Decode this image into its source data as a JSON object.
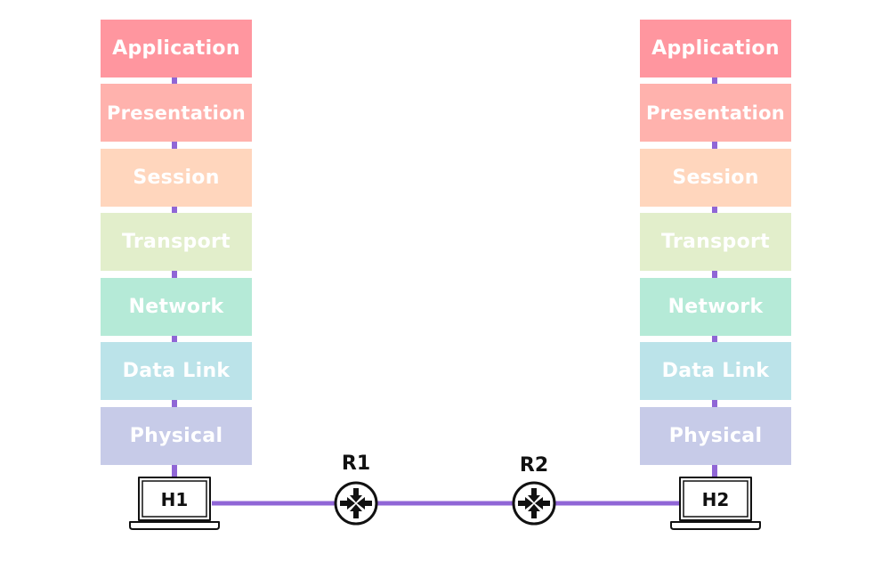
{
  "colors": {
    "link": "#9066d6",
    "application": "#ff969f",
    "presentation": "#ffb2ad",
    "session": "#ffd6bd",
    "transport": "#e2eecb",
    "network": "#b5ead7",
    "data_link": "#bbe3e9",
    "physical": "#c7cbe8"
  },
  "left_stack": {
    "layers": [
      "Application",
      "Presentation",
      "Session",
      "Transport",
      "Network",
      "Data Link",
      "Physical"
    ]
  },
  "right_stack": {
    "layers": [
      "Application",
      "Presentation",
      "Session",
      "Transport",
      "Network",
      "Data Link",
      "Physical"
    ]
  },
  "hosts": {
    "h1": {
      "label": "H1",
      "icon": "laptop-icon"
    },
    "h2": {
      "label": "H2",
      "icon": "laptop-icon"
    }
  },
  "routers": {
    "r1": {
      "label": "R1",
      "icon": "router-icon"
    },
    "r2": {
      "label": "R2",
      "icon": "router-icon"
    }
  }
}
